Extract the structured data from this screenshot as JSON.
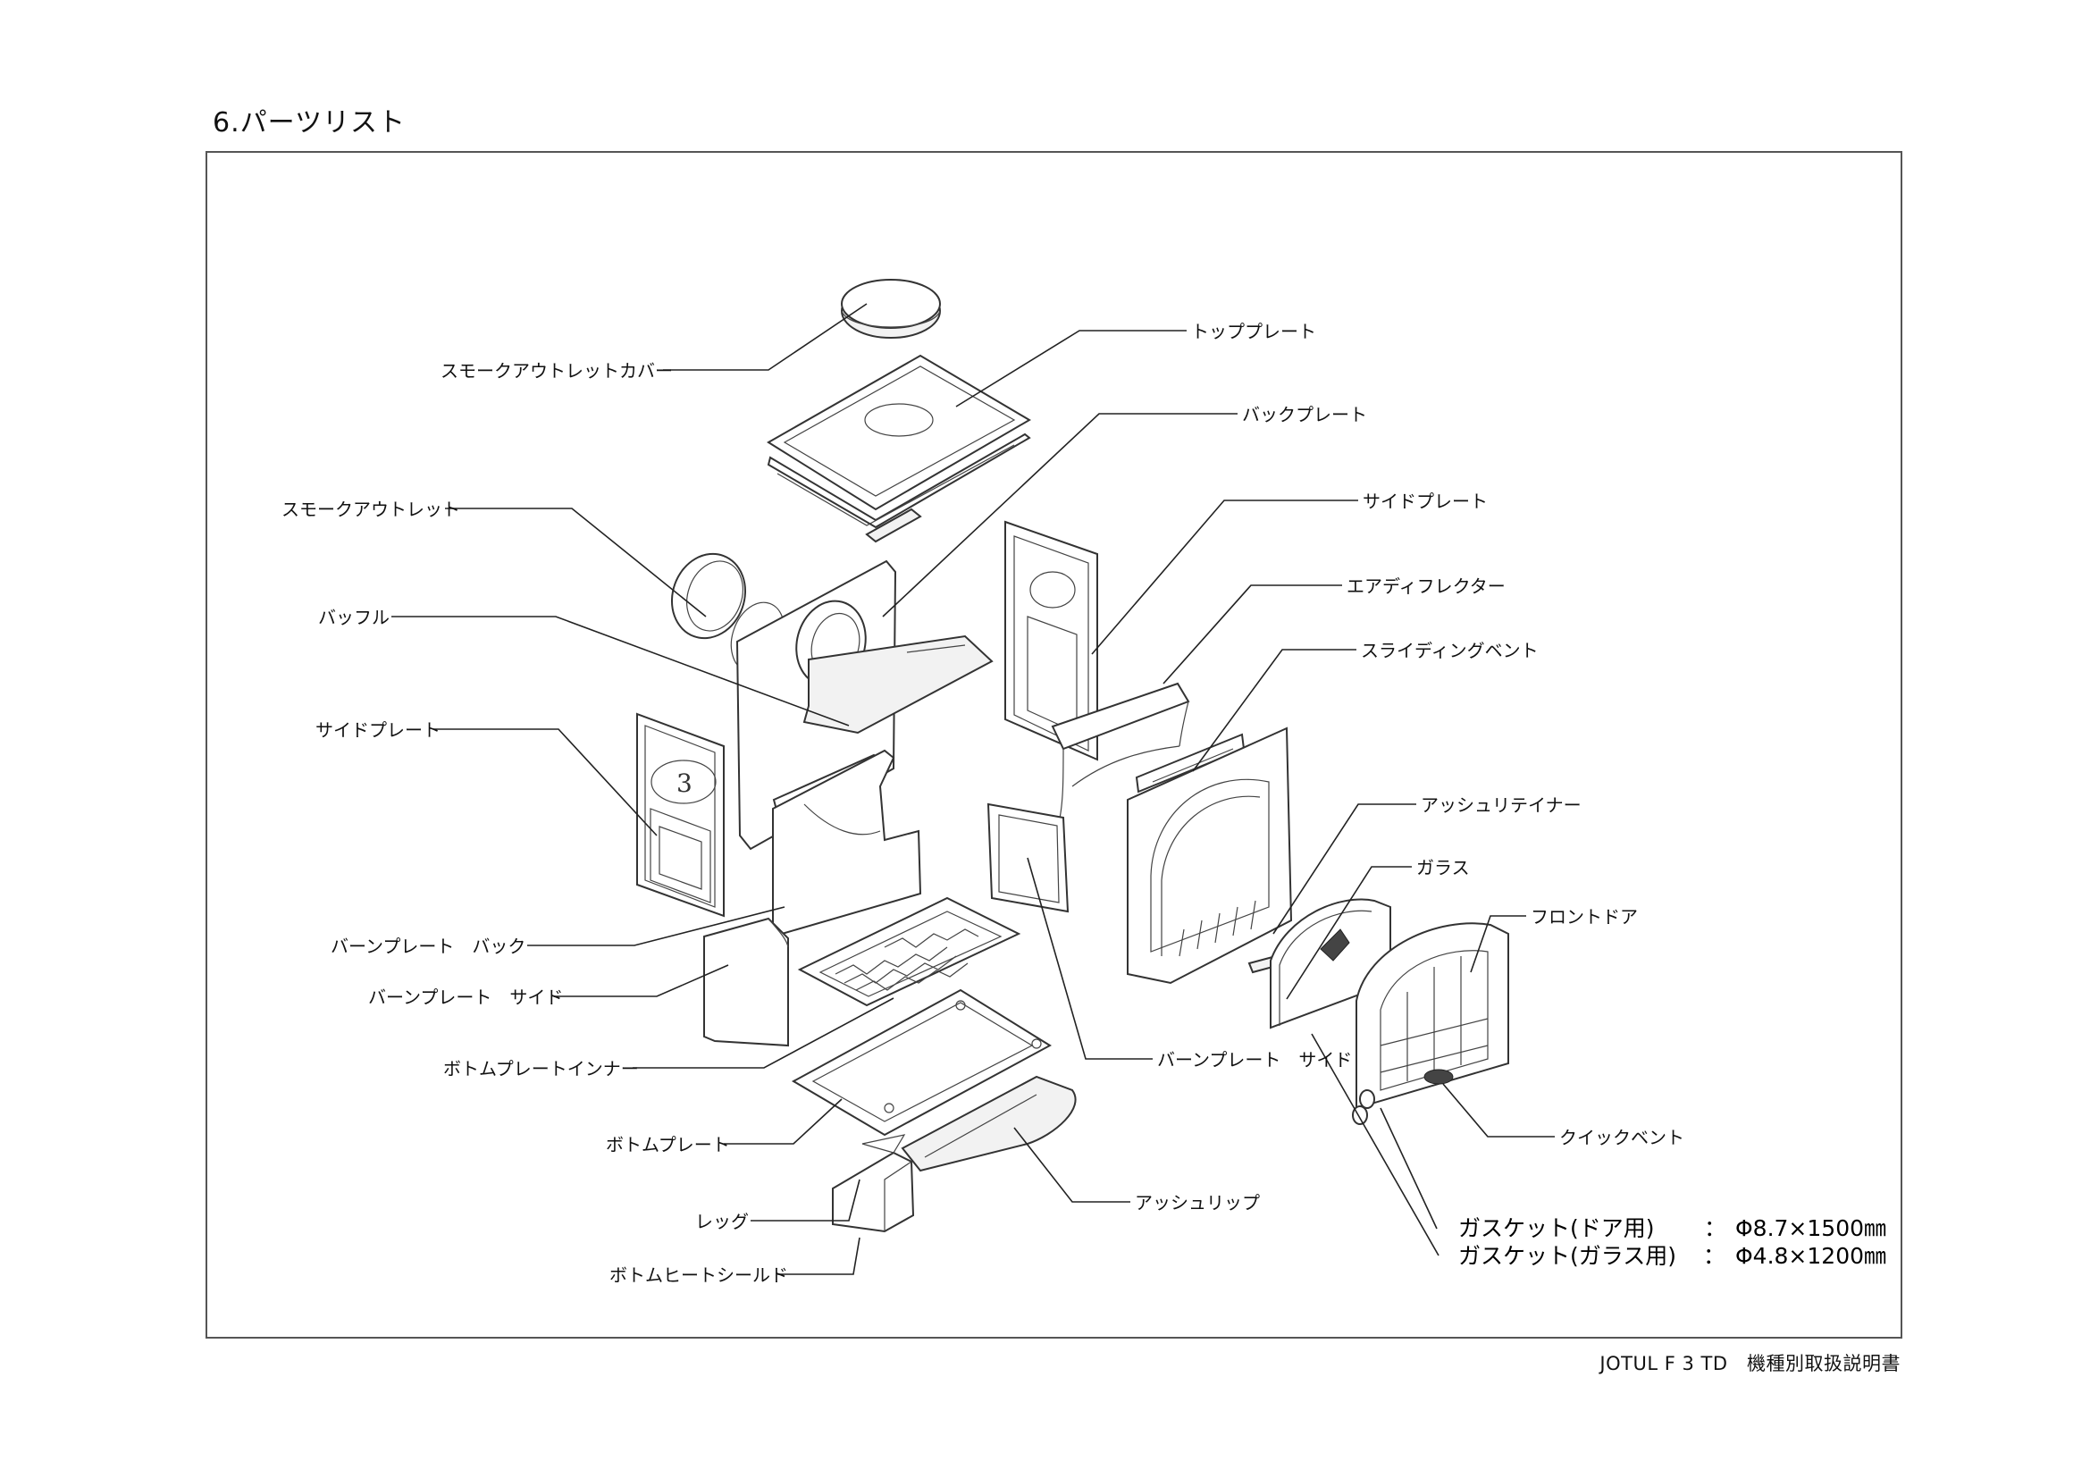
{
  "page": {
    "title": "6.パーツリスト",
    "footer": "JOTUL F 3 TD　機種別取扱説明書"
  },
  "labels": {
    "smoke_outlet_cover": "スモークアウトレットカバー",
    "top_plate": "トッププレート",
    "back_plate": "バックプレート",
    "smoke_outlet": "スモークアウトレット",
    "side_plate_right": "サイドプレート",
    "air_deflector": "エアディフレクター",
    "baffle": "バッフル",
    "sliding_vent": "スライディングベント",
    "side_plate_left": "サイドプレート",
    "ash_retainer": "アッシュリテイナー",
    "glass": "ガラス",
    "front_door": "フロントドア",
    "burn_plate_back": "バーンプレート　バック",
    "burn_plate_side_left": "バーンプレート　サイド",
    "bottom_plate_inner": "ボトムプレートインナー",
    "burn_plate_side_right": "バーンプレート　サイド",
    "quick_vent": "クイックベント",
    "bottom_plate": "ボトムプレート",
    "ash_lip": "アッシュリップ",
    "leg": "レッグ",
    "bottom_heat_shield": "ボトムヒートシールド"
  },
  "gaskets": [
    {
      "name": "ガスケット(ドア用)",
      "sep": "　：",
      "spec": "Φ8.7×1500㎜"
    },
    {
      "name": "ガスケット(ガラス用)",
      "sep": "：",
      "spec": "Φ4.8×1200㎜"
    }
  ],
  "colors": {
    "line": "#222222",
    "frame": "#555555",
    "background": "#ffffff"
  }
}
